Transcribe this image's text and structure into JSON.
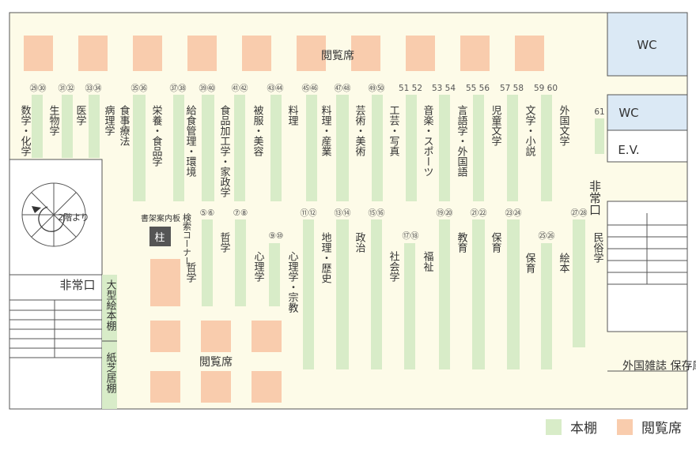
{
  "reading_seats_label": "閲覧席",
  "facilities": {
    "wc_upper": "WC",
    "wc_lower": "WC",
    "elevator": "E.V.",
    "emergency_right": "非常口",
    "emergency_left": "非常口",
    "stairs_note": "2階より",
    "storage": "外国雑誌 保存庫",
    "pillar": "柱",
    "board": "書架案内板",
    "search": "検索コーナー"
  },
  "side_shelves": {
    "large_picture": "大型絵本棚",
    "kamishibai": "紙芝居棚"
  },
  "top_shelves": [
    {
      "num": "㉙㉚",
      "label": "数学・化学"
    },
    {
      "num": "㉛㉜",
      "label": "生物学"
    },
    {
      "num": "㉝㉞",
      "label": "医学"
    },
    {
      "num": "",
      "label": "病理学"
    },
    {
      "num": "㉟㊱",
      "label": "食事療法"
    },
    {
      "num": "㊲㊳",
      "label": "栄養・食品学"
    },
    {
      "num": "㊴㊵",
      "label": "給食管理・環境"
    },
    {
      "num": "㊶㊷",
      "label": "食品加工学・家政学"
    },
    {
      "num": "㊸㊹",
      "label": "被服・美容"
    },
    {
      "num": "",
      "label": "料理"
    },
    {
      "num": "㊺㊻",
      "label": "料理・産業"
    },
    {
      "num": "㊼㊽",
      "label": "芸術・美術"
    },
    {
      "num": "㊾㊿",
      "label": "工芸・写真"
    },
    {
      "num": "51 52",
      "label": "音楽・スポーツ"
    },
    {
      "num": "53 54",
      "label": "言語学・外国語"
    },
    {
      "num": "55 56",
      "label": "児童文学"
    },
    {
      "num": "57 58",
      "label": "文学・小説"
    },
    {
      "num": "59 60",
      "label": "外国文学"
    }
  ],
  "bottom_shelves": [
    {
      "num": "⑤⑥",
      "label": "哲学"
    },
    {
      "num": "⑦⑧",
      "label": "心理学"
    },
    {
      "num": "⑨⑩",
      "label": "心理学・宗教"
    },
    {
      "num": "⑪⑫",
      "label": "地理・歴史"
    },
    {
      "num": "⑬⑭",
      "label": "政治"
    },
    {
      "num": "⑮⑯",
      "label": "社会学"
    },
    {
      "num": "⑰⑱",
      "label": "福祉"
    },
    {
      "num": "⑲⑳",
      "label": "教育"
    },
    {
      "num": "㉑㉒",
      "label": "保育"
    },
    {
      "num": "㉓㉔",
      "label": "保育"
    },
    {
      "num": "㉕㉖",
      "label": "絵本"
    },
    {
      "num": "㉗㉘",
      "label": "民俗学"
    },
    {
      "num": "61",
      "label": "非常口"
    }
  ],
  "legend": {
    "shelf": "本棚",
    "seat": "閲覧席",
    "shelf_color": "#d8ecc8",
    "seat_color": "#f9ccad"
  }
}
